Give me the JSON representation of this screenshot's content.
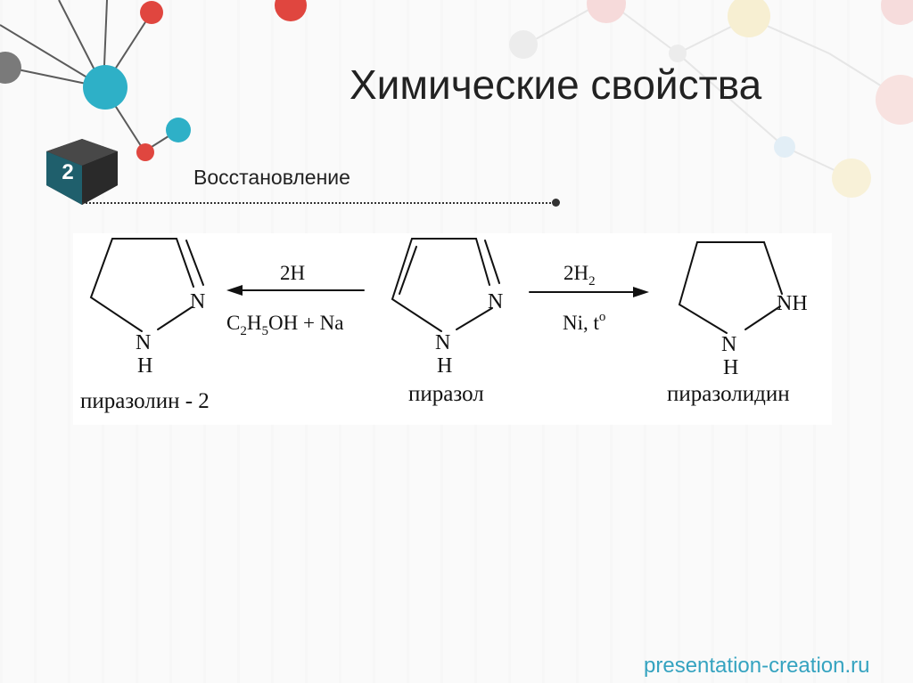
{
  "slide": {
    "title": "Химические свойства",
    "badge_number": "2",
    "subtitle": "Восстановление",
    "footer": "presentation-creation.ru"
  },
  "scheme": {
    "left_product_name": "пиразолин - 2",
    "center_reactant_name": "пиразол",
    "right_product_name": "пиразолидин",
    "left_arrow_reagent": "2H",
    "right_arrow_conditions": "Ni, t",
    "atom_N": "N",
    "atom_H": "H",
    "group_NH": "NH"
  },
  "colors": {
    "accent_teal": "#2eb0c7",
    "accent_red": "#e0463f",
    "footer_text": "#35a3c0"
  },
  "icons": [
    "molecule-decoration-icon",
    "cube-badge-icon"
  ]
}
